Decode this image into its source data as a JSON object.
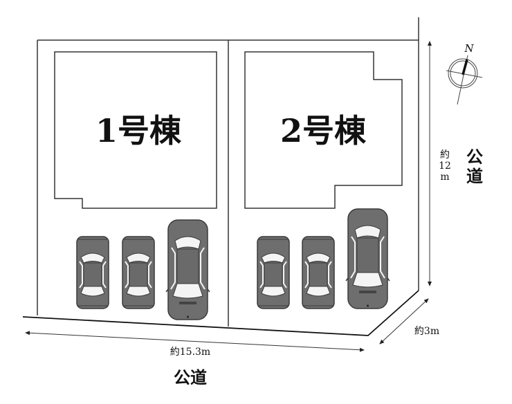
{
  "title": "区画図",
  "buildings": [
    {
      "label": "1号棟"
    },
    {
      "label": "2号棟"
    }
  ],
  "dimensions": {
    "width": "約15.3m",
    "depth_line1": "約",
    "depth_line2": "12",
    "depth_line3": "m",
    "road_width": "約3m"
  },
  "roads": {
    "south": "公道",
    "east_line1": "公",
    "east_line2": "道"
  },
  "compass": {
    "north_label": "N"
  },
  "parking": {
    "lot1_cars": 3,
    "lot2_cars": 3
  },
  "colors": {
    "line": "#333333",
    "car_body": "#6e6e6e",
    "car_outline": "#3a3a3a"
  }
}
